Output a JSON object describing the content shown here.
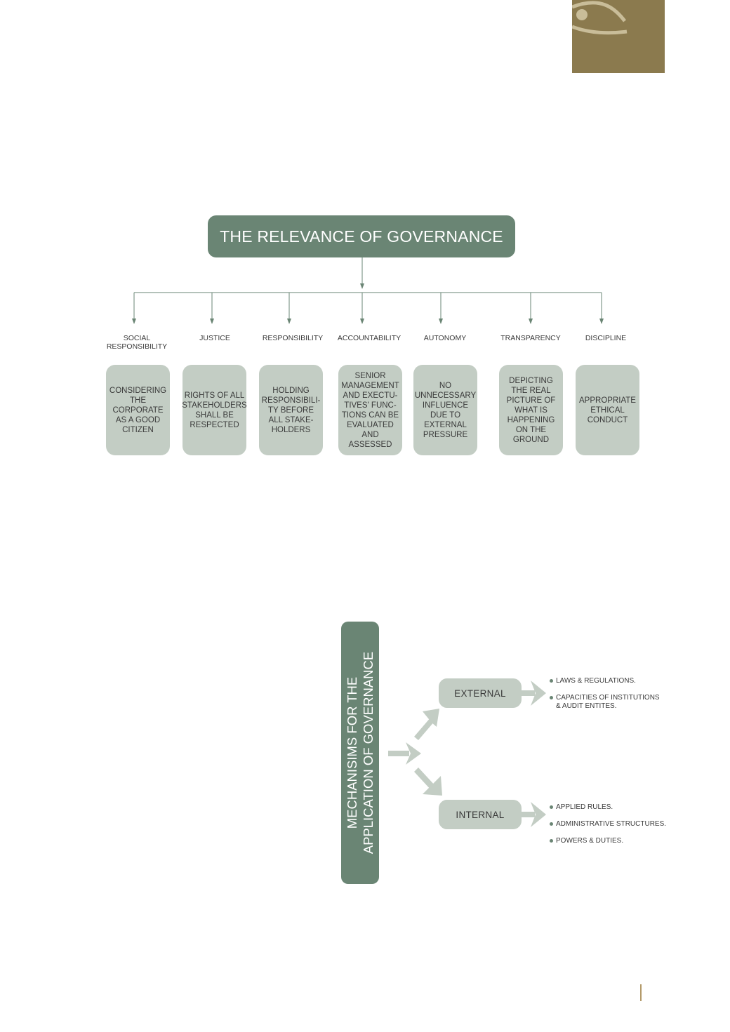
{
  "title": "THE RELEVANCE OF GOVERNANCE",
  "principles": [
    {
      "label": "SOCIAL\nRESPONSIBILITY",
      "description": "CONSIDERING\nTHE\nCORPORATE\nAS A GOOD\nCITIZEN"
    },
    {
      "label": "JUSTICE",
      "description": "RIGHTS OF ALL\nSTAKEHOLDERS\nSHALL BE\nRESPECTED"
    },
    {
      "label": "RESPONSIBILITY",
      "description": "HOLDING\nRESPONSIBILI-\nTY BEFORE\nALL STAKE-\nHOLDERS"
    },
    {
      "label": "ACCOUNTABILITY",
      "description": "SENIOR\nMANAGEMENT\nAND EXECTU-\nTIVES' FUNC-\nTIONS CAN BE\nEVALUATED\nAND\nASSESSED"
    },
    {
      "label": "AUTONOMY",
      "description": "NO\nUNNECESSARY\nINFLUENCE\nDUE TO\nEXTERNAL\nPRESSURE"
    },
    {
      "label": "TRANSPARENCY",
      "description": "DEPICTING\nTHE REAL\nPICTURE OF\nWHAT IS\nHAPPENING\nON THE\nGROUND"
    },
    {
      "label": "DISCIPLINE",
      "description": "APPROPRIATE\nETHICAL\nCONDUCT"
    }
  ],
  "mechanisms": {
    "title": "MECHANISIMS FOR THE\nAPPLICATION OF GOVERNANCE",
    "external": {
      "label": "EXTERNAL",
      "items": [
        "LAWS & REGULATIONS.",
        "CAPACITIES OF INSTITUTIONS\n& AUDIT ENTITES."
      ]
    },
    "internal": {
      "label": "INTERNAL",
      "items": [
        "APPLIED RULES.",
        "ADMINISTRATIVE STRUCTURES.",
        "POWERS & DUTIES."
      ]
    }
  },
  "colors": {
    "primary": "#6a8574",
    "secondary": "#c3cdc4",
    "accent": "#8b7a4e",
    "arrow": "#c3cdc4"
  }
}
